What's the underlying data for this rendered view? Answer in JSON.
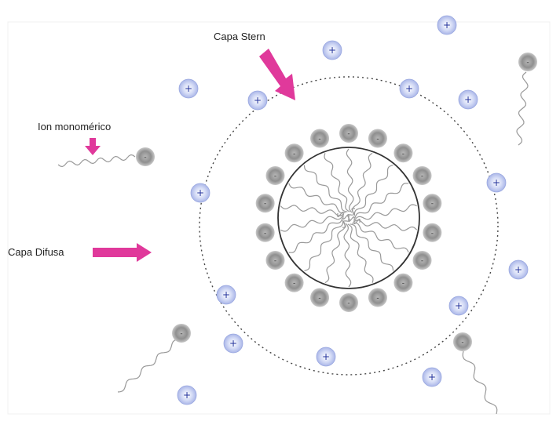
{
  "labels": {
    "stern": "Capa Stern",
    "monomer": "Ion monomérico",
    "diffuse": "Capa Difusa"
  },
  "symbols": {
    "plus": "+",
    "minus": "-"
  },
  "colors": {
    "arrow": "#e0399b",
    "cation_fill": "#c7d0f4",
    "cation_text": "#1f2f9a",
    "anion_fill": "#8a8a8a",
    "tail": "#999999",
    "layer_line": "#333333"
  },
  "icons": {
    "cation": "positive-counterion-icon",
    "anion_head": "anionic-headgroup-icon",
    "arrow": "pink-arrow-icon"
  }
}
